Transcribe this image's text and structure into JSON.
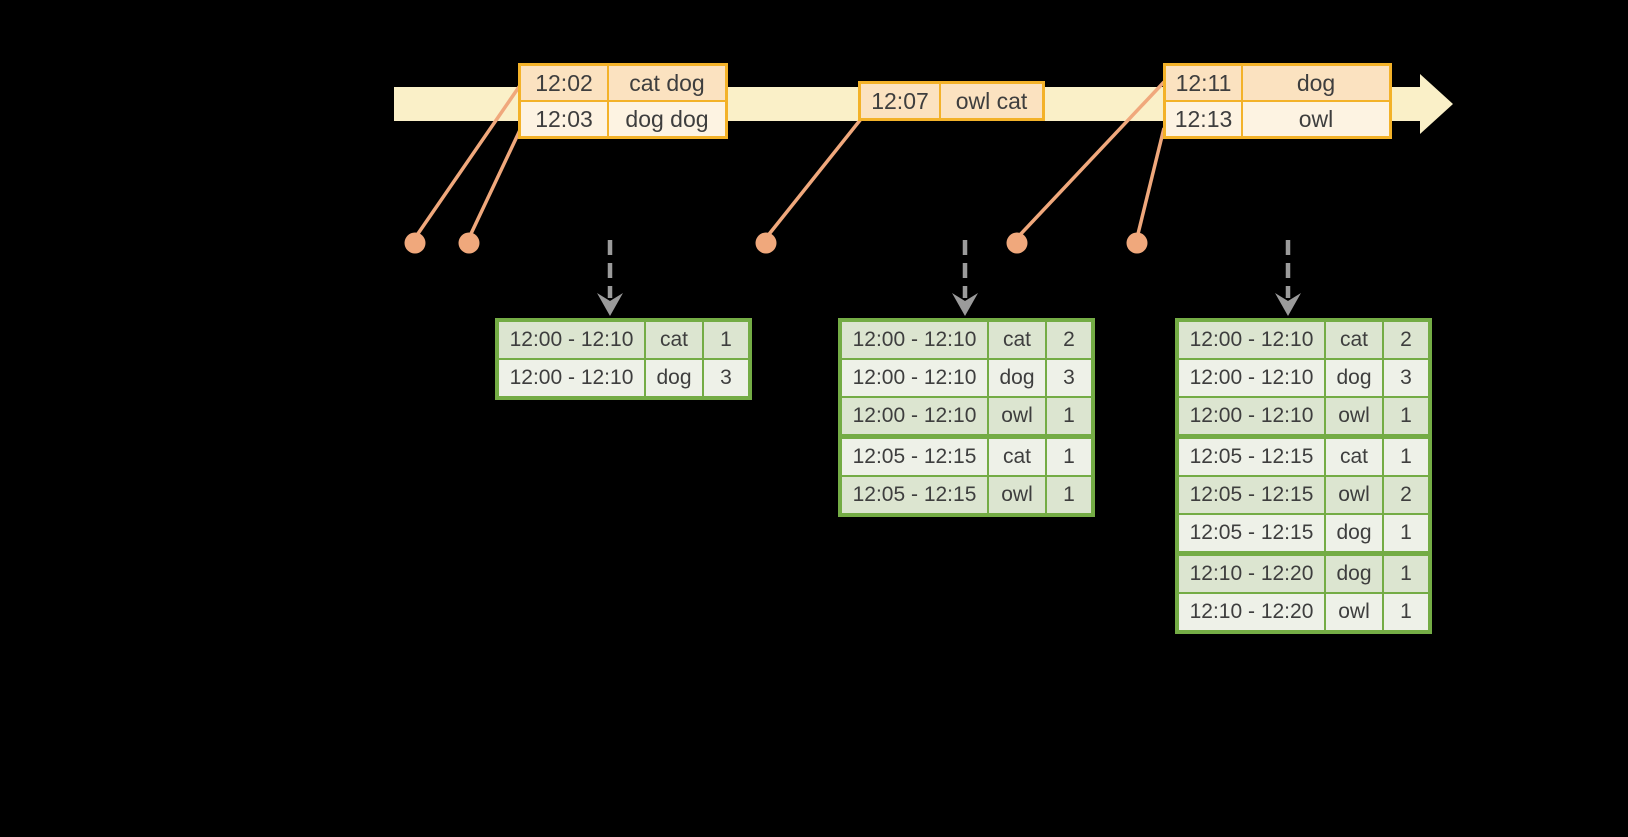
{
  "colors": {
    "background": "#000000",
    "timeline_band": "#FAF0C8",
    "event_table_border": "#F3B229",
    "event_row_fills": [
      "#FBE2C0",
      "#FDF3E2"
    ],
    "connector_and_dots": "#F0A87C",
    "trigger_arrow": "#9B9B9B",
    "result_table_border": "#74AC45",
    "result_row_fills": [
      "#DCE5D0",
      "#EEF1E8"
    ],
    "text": "#3E3E3E"
  },
  "event_tables": [
    {
      "rows": [
        {
          "time": "12:02",
          "words": "cat dog"
        },
        {
          "time": "12:03",
          "words": "dog dog"
        }
      ]
    },
    {
      "rows": [
        {
          "time": "12:07",
          "words": "owl cat"
        }
      ]
    },
    {
      "rows": [
        {
          "time": "12:11",
          "words": "dog"
        },
        {
          "time": "12:13",
          "words": "owl"
        }
      ]
    }
  ],
  "result_tables": [
    {
      "rows": [
        {
          "window": "12:00 - 12:10",
          "word": "cat",
          "count": "1"
        },
        {
          "window": "12:00 - 12:10",
          "word": "dog",
          "count": "3"
        }
      ]
    },
    {
      "rows": [
        {
          "window": "12:00 - 12:10",
          "word": "cat",
          "count": "2"
        },
        {
          "window": "12:00 - 12:10",
          "word": "dog",
          "count": "3"
        },
        {
          "window": "12:00 - 12:10",
          "word": "owl",
          "count": "1"
        },
        {
          "window": "12:05 - 12:15",
          "word": "cat",
          "count": "1"
        },
        {
          "window": "12:05 - 12:15",
          "word": "owl",
          "count": "1"
        }
      ]
    },
    {
      "rows": [
        {
          "window": "12:00 - 12:10",
          "word": "cat",
          "count": "2"
        },
        {
          "window": "12:00 - 12:10",
          "word": "dog",
          "count": "3"
        },
        {
          "window": "12:00 - 12:10",
          "word": "owl",
          "count": "1"
        },
        {
          "window": "12:05 - 12:15",
          "word": "cat",
          "count": "1"
        },
        {
          "window": "12:05 - 12:15",
          "word": "owl",
          "count": "2"
        },
        {
          "window": "12:05 - 12:15",
          "word": "dog",
          "count": "1"
        },
        {
          "window": "12:10 - 12:20",
          "word": "dog",
          "count": "1"
        },
        {
          "window": "12:10 - 12:20",
          "word": "owl",
          "count": "1"
        }
      ]
    }
  ]
}
